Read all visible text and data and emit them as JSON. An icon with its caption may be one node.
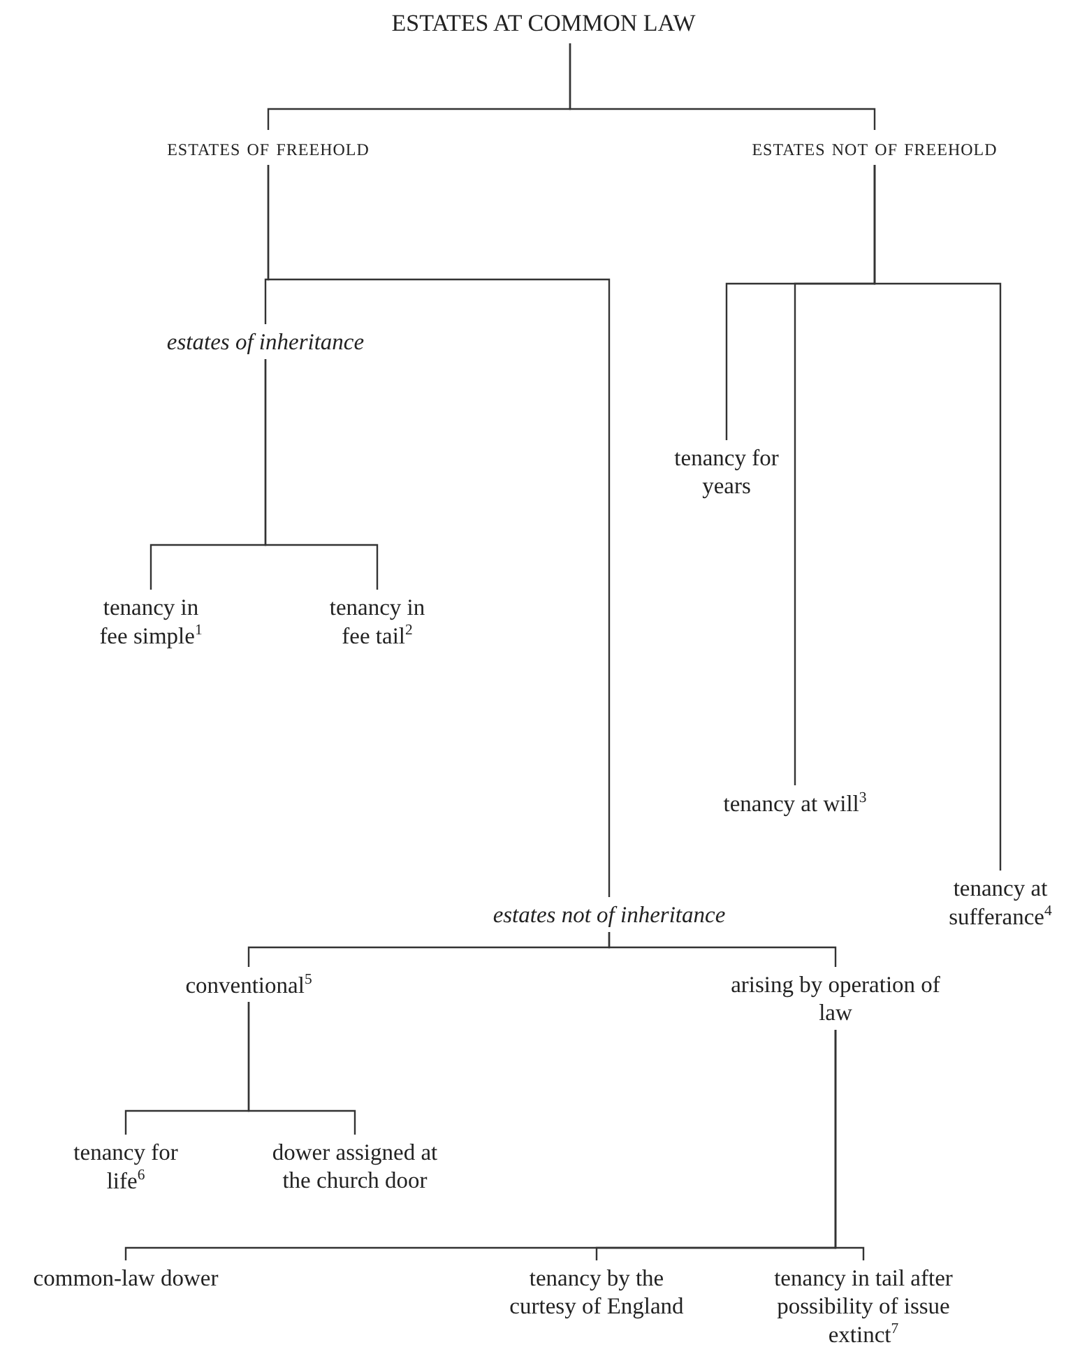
{
  "diagram": {
    "title": "ESTATES AT COMMON LAW",
    "nodes": [
      {
        "text": [
          "estates of freehold"
        ]
      },
      {
        "text": [
          "estates not of freehold"
        ]
      },
      {
        "text": [
          "estates of inheritance"
        ]
      },
      {
        "text": [
          "tenancy in fee simple$^{1}$"
        ]
      },
      {
        "text": [
          "tenancy in fee tail$^{2}$"
        ]
      },
      {
        "text": [
          "estates not of inheritance"
        ]
      },
      {
        "text": [
          "conventional$^{5}$"
        ]
      },
      {
        "text": [
          "arising by operation of law"
        ]
      },
      {
        "text": [
          "tenancy for life$^{6}$"
        ]
      },
      {
        "text": [
          "dower assigned at the church door"
        ]
      },
      {
        "text": [
          "common-law dower"
        ]
      },
      {
        "text": [
          "tenancy by the curtesy of England"
        ]
      },
      {
        "text": [
          "tenancy in tail after possibility of issue extinct$^{7}$"
        ]
      },
      {
        "text": [
          "tenancy for years"
        ]
      },
      {
        "text": [
          "tenancy at will$^{3}$"
        ]
      },
      {
        "text": [
          "tenancy at sufferance$^{4}$"
        ]
      }
    ],
    "edges": [
      {
        "from": null,
        "to": 0,
        "arrow": "none"
      },
      {
        "from": null,
        "to": 1,
        "arrow": "none"
      },
      {
        "from": 0,
        "to": 2,
        "arrow": "none"
      },
      {
        "from": 0,
        "to": 5,
        "arrow": "none"
      },
      {
        "from": 2,
        "to": 3,
        "arrow": "none"
      },
      {
        "from": 2,
        "to": 4,
        "arrow": "none"
      },
      {
        "from": 1,
        "to": 13,
        "arrow": "none"
      },
      {
        "from": 1,
        "to": 14,
        "arrow": "none"
      },
      {
        "from": 1,
        "to": 15,
        "arrow": "none"
      },
      {
        "from": 5,
        "to": 6,
        "arrow": "none"
      },
      {
        "from": 5,
        "to": 7,
        "arrow": "none"
      },
      {
        "from": 6,
        "to": 8,
        "arrow": "none"
      },
      {
        "from": 6,
        "to": 9,
        "arrow": "none"
      },
      {
        "from": 7,
        "to": 10,
        "arrow": "none"
      },
      {
        "from": 7,
        "to": 11,
        "arrow": "none"
      },
      {
        "from": 7,
        "to": 12,
        "arrow": "none"
      }
    ]
  }
}
